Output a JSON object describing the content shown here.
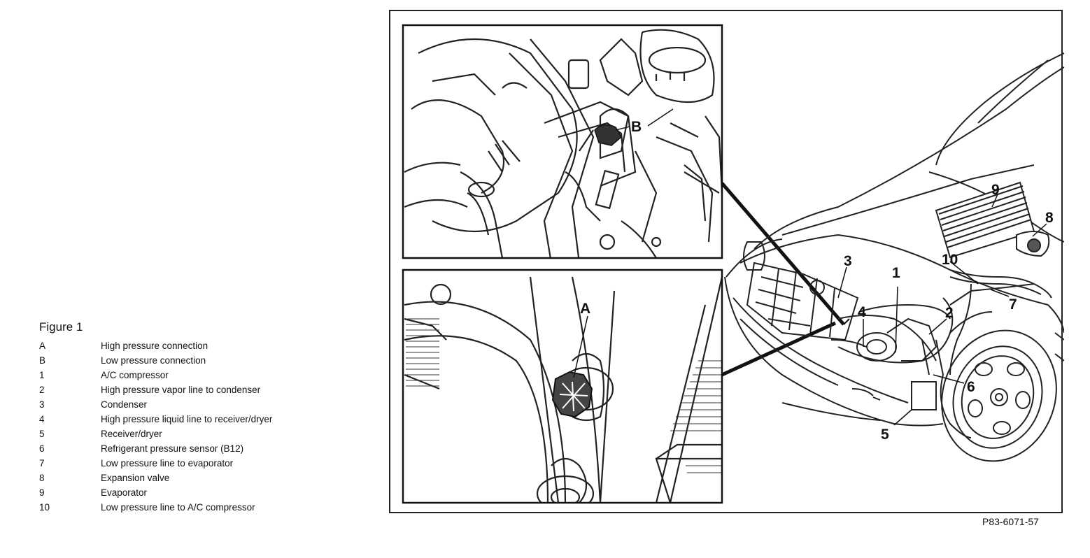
{
  "legend": {
    "title": "Figure 1",
    "items": [
      {
        "key": "A",
        "desc": "High pressure connection"
      },
      {
        "key": "B",
        "desc": "Low pressure connection"
      },
      {
        "key": "1",
        "desc": "A/C compressor"
      },
      {
        "key": "2",
        "desc": "High pressure vapor line to condenser"
      },
      {
        "key": "3",
        "desc": "Condenser"
      },
      {
        "key": "4",
        "desc": "High pressure liquid line to receiver/dryer"
      },
      {
        "key": "5",
        "desc": "Receiver/dryer"
      },
      {
        "key": "6",
        "desc": "Refrigerant pressure sensor (B12)"
      },
      {
        "key": "7",
        "desc": "Low pressure line to evaporator"
      },
      {
        "key": "8",
        "desc": "Expansion valve"
      },
      {
        "key": "9",
        "desc": "Evaporator"
      },
      {
        "key": "10",
        "desc": "Low pressure line to A/C compressor"
      }
    ]
  },
  "figure": {
    "code": "P83-6071-57",
    "callouts": {
      "a": "A",
      "b": "B",
      "c1": "1",
      "c2": "2",
      "c3": "3",
      "c4": "4",
      "c5": "5",
      "c6": "6",
      "c7": "7",
      "c8": "8",
      "c9": "9",
      "c10": "10"
    }
  }
}
